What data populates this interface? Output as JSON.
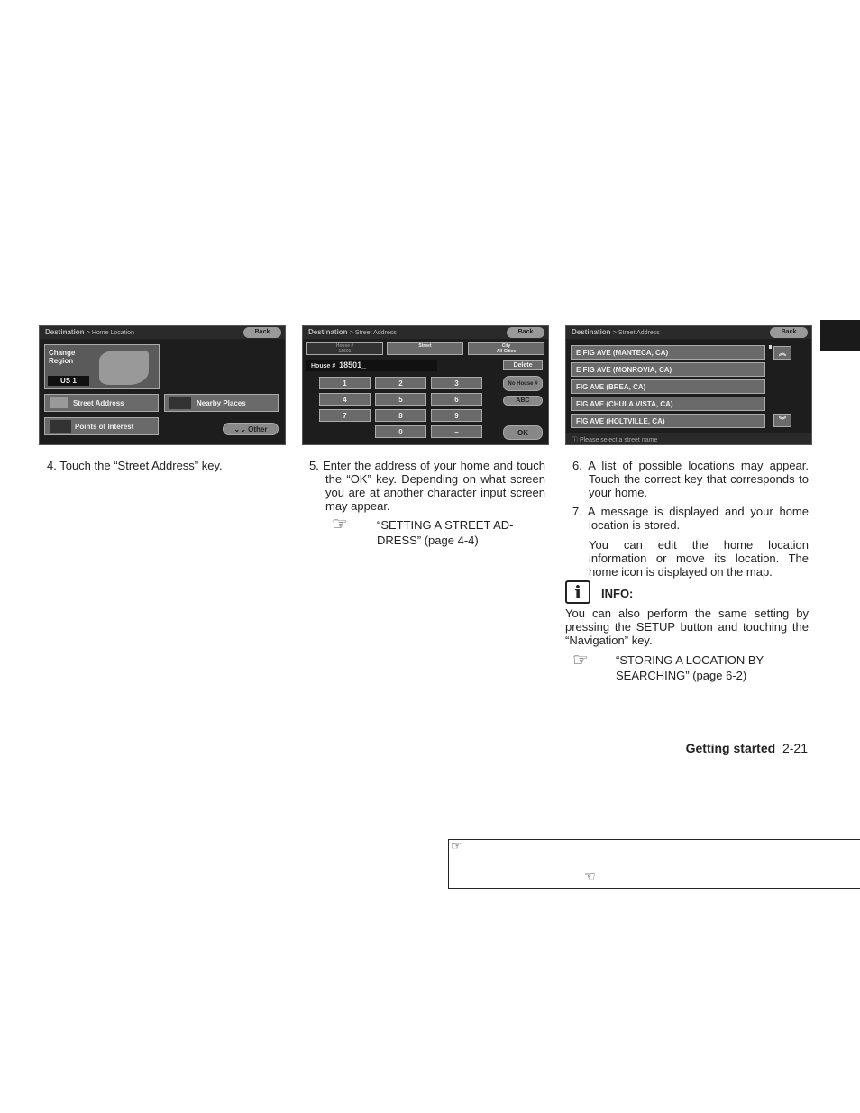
{
  "screens": [
    {
      "title": "Destination",
      "crumb": "> Home Location",
      "back": "Back",
      "change_region": "Change Region",
      "region": "US 1",
      "street_address": "Street Address",
      "nearby_places": "Nearby Places",
      "points_of_interest": "Points of Interest",
      "other": "Other"
    },
    {
      "title": "Destination",
      "crumb": "> Street Address",
      "back": "Back",
      "tab_house_label": "House #",
      "tab_house_value": "18501",
      "tab_street": "Street",
      "tab_city_label": "City",
      "tab_city_value": "All Cities",
      "house_label": "House #",
      "house_value": "18501_",
      "delete": "Delete",
      "keys": [
        "1",
        "2",
        "3",
        "4",
        "5",
        "6",
        "7",
        "8",
        "9",
        "0",
        "–"
      ],
      "no_house": "No House #",
      "abc": "ABC",
      "ok": "OK"
    },
    {
      "title": "Destination",
      "crumb": "> Street Address",
      "back": "Back",
      "items": [
        "E FIG AVE (MANTECA, CA)",
        "E FIG AVE (MONROVIA, CA)",
        "FIG AVE (BREA, CA)",
        "FIG AVE (CHULA VISTA, CA)",
        "FIG AVE (HOLTVILLE, CA)"
      ],
      "status": "Please select a street name"
    }
  ],
  "steps": {
    "s4": "4.  Touch the “Street Address” key.",
    "s5": "5.  Enter the address of your home and touch the “OK” key. Depending on what screen you are at another character input screen may appear.",
    "s5_ref": "“SETTING A STREET AD-DRESS” (page 4-4)",
    "s6": "6.  A list of possible locations may appear. Touch the correct key that corresponds to your home.",
    "s7": "7.  A message is displayed and your home location is stored.",
    "s7b": "You can edit the home location information or move its location. The home icon is displayed on the map.",
    "info_label": "INFO:",
    "info": "You can also perform the same setting by pressing the SETUP button and touching the “Navigation” key.",
    "info_ref": "“STORING A LOCATION BY SEARCHING” (page 6-2)"
  },
  "footer": {
    "section": "Getting started",
    "page": "2-21"
  }
}
